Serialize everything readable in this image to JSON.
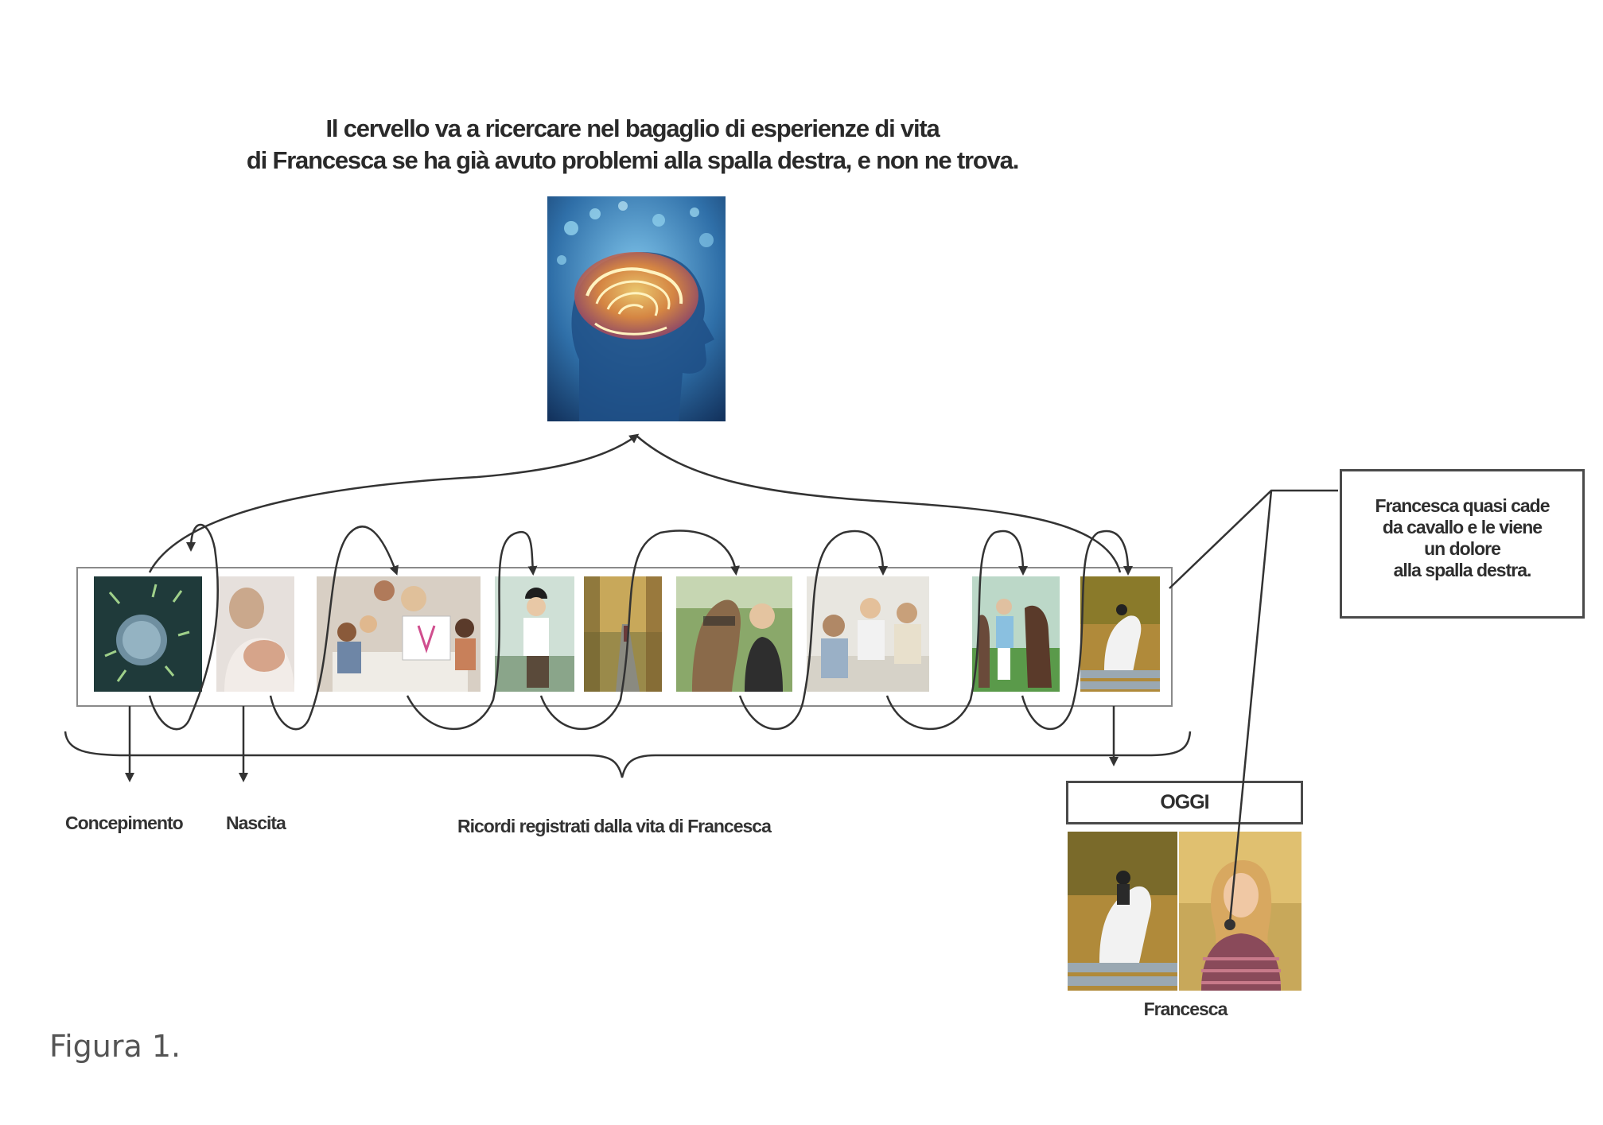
{
  "header": {
    "caption_line_1": "Il cervello va a ricercare nel bagaglio di esperienze di vita",
    "caption_line_2": "di Francesca se ha già avuto problemi alla spalla destra, e non ne trova."
  },
  "timeline": {
    "photos": [
      {
        "icon": "sperm-egg-conception-photo"
      },
      {
        "icon": "mother-nursing-baby-photo"
      },
      {
        "icon": "children-drawing-class-photo"
      },
      {
        "icon": "girl-riding-helmet-photo"
      },
      {
        "icon": "autumn-path-photo"
      },
      {
        "icon": "horse-and-woman-photo"
      },
      {
        "icon": "office-meeting-photo"
      },
      {
        "icon": "riders-with-horses-photo"
      },
      {
        "icon": "horse-jumping-photo"
      }
    ],
    "labels": {
      "concepimento": "Concepimento",
      "nascita": "Nascita",
      "ricordi": "Ricordi registrati dalla vita di Francesca"
    }
  },
  "event": {
    "line_1": "Francesca quasi cade",
    "line_2": "da cavallo e le viene",
    "line_3": "un dolore",
    "line_4": "alla spalla destra."
  },
  "today": {
    "label": "OGGI",
    "person_name": "Francesca"
  },
  "figure_label": "Figura 1.",
  "colors": {
    "line": "#333333",
    "brain_bg": "#2f6fa8"
  }
}
